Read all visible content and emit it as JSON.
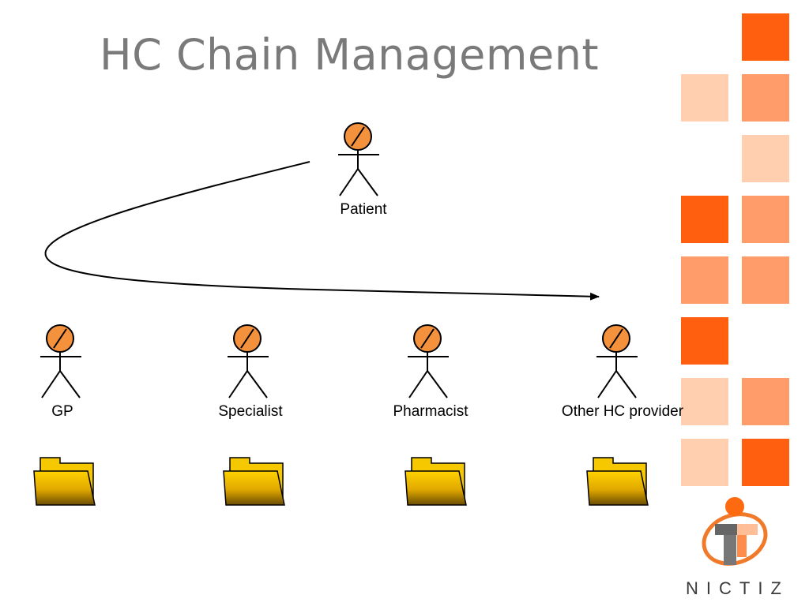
{
  "slide": {
    "title": "HC Chain Management",
    "colors": {
      "orange_dark": "#ff5f0f",
      "orange_mid": "#ff9c6a",
      "orange_light": "#ffcfb0",
      "actor_head": "#f4913c",
      "folder": "#f5c800",
      "title_gray": "#7a7a7a"
    }
  },
  "diagram": {
    "patient_label": "Patient",
    "actors": [
      {
        "key": "gp",
        "label": "GP"
      },
      {
        "key": "specialist",
        "label": "Specialist"
      },
      {
        "key": "pharmacist",
        "label": "Pharmacist"
      },
      {
        "key": "other",
        "label": "Other HC provider"
      }
    ],
    "icons": {
      "actor": "actor-icon",
      "folder": "folder-icon",
      "arrow": "arrow-icon"
    }
  },
  "logo": {
    "text": "NICTIZ"
  }
}
